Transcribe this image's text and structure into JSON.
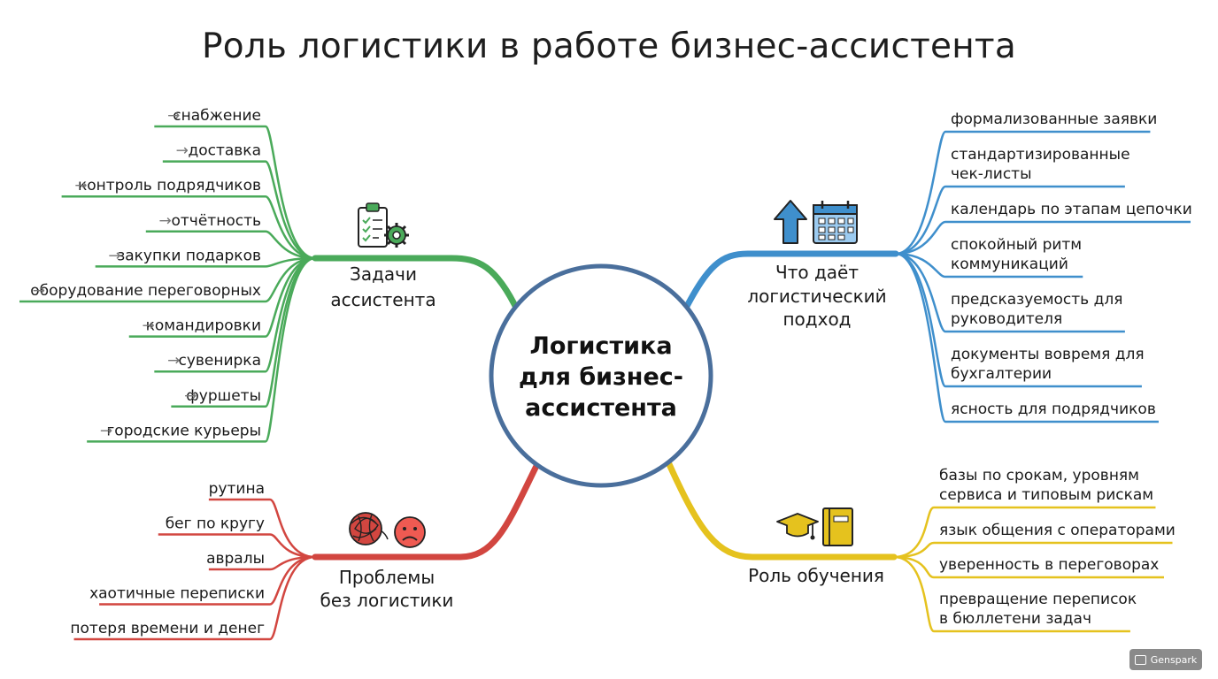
{
  "title": "Роль логистики в работе бизнес-ассистента",
  "center": {
    "lines": [
      "Логистика",
      "для бизнес-",
      "ассистента"
    ]
  },
  "colors": {
    "tasks": "#4aaa5a",
    "benefits": "#3f8fcc",
    "problems": "#d24640",
    "education": "#e5c21e",
    "center_border": "#4a6f9c"
  },
  "branches": {
    "tasks": {
      "title": [
        "Задачи",
        "ассистента"
      ],
      "icon": "clipboard-gear-icon",
      "items": [
        "снабжение",
        "доставка",
        "контроль подрядчиков",
        "отчётность",
        "закупки подарков",
        "оборудование переговорных",
        "командировки",
        "сувенирка",
        "фуршеты",
        "городские курьеры"
      ]
    },
    "benefits": {
      "title": [
        "Что даёт",
        "логистический",
        "подход"
      ],
      "icon": "arrow-up-calendar-icon",
      "items": [
        [
          "формализованные заявки"
        ],
        [
          "стандартизированные",
          "чек-листы"
        ],
        [
          "календарь по этапам цепочки"
        ],
        [
          "спокойный ритм",
          "коммуникаций"
        ],
        [
          "предсказуемость для",
          "руководителя"
        ],
        [
          "документы вовремя для",
          "бухгалтерии"
        ],
        [
          "ясность для подрядчиков"
        ]
      ]
    },
    "problems": {
      "title": [
        "Проблемы",
        "без логистики"
      ],
      "icon": "tangle-sad-face-icon",
      "items": [
        "рутина",
        "бег по кругу",
        "авралы",
        "хаотичные переписки",
        "потеря времени и денег"
      ]
    },
    "education": {
      "title": [
        "Роль обучения"
      ],
      "icon": "graduation-cap-book-icon",
      "items": [
        [
          "базы по срокам, уровням",
          "сервиса и типовым рискам"
        ],
        [
          "язык общения с операторами"
        ],
        [
          "уверенность в переговорах"
        ],
        [
          "превращение переписок",
          "в бюллетени задач"
        ]
      ]
    }
  },
  "logo": {
    "label": "Genspark"
  }
}
